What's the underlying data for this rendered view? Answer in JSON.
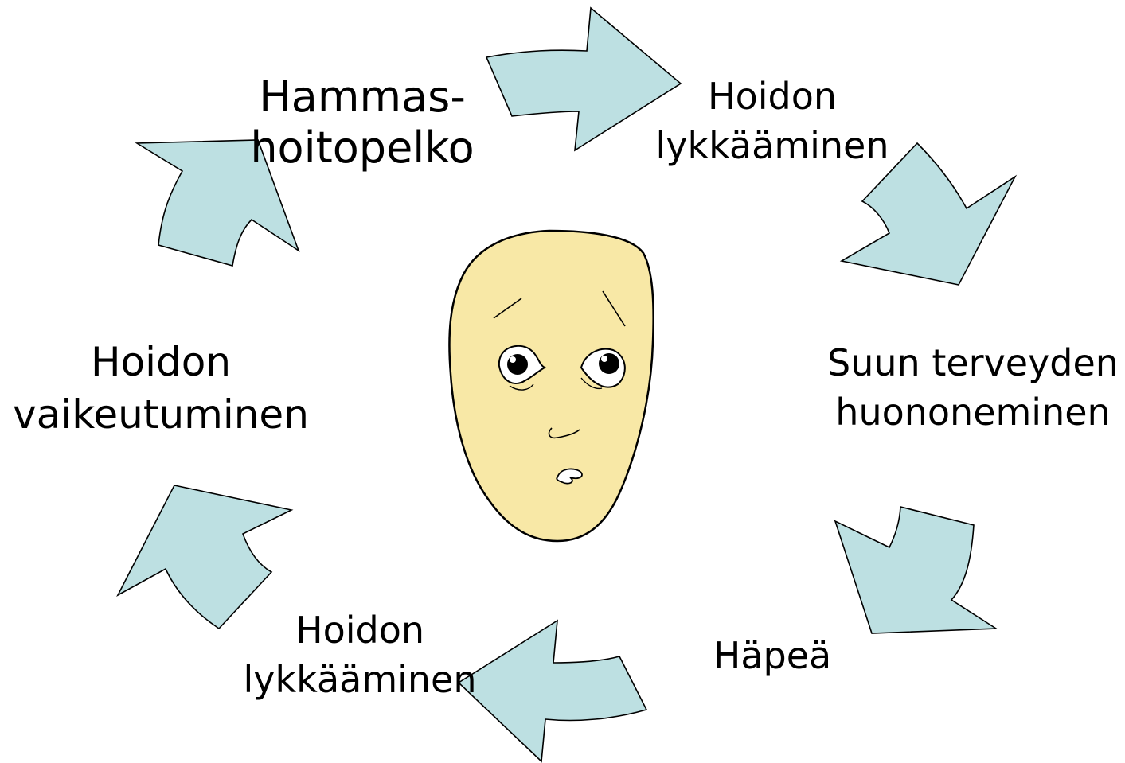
{
  "colors": {
    "arrow_fill": "#bde0e2",
    "arrow_stroke": "#000000",
    "face_fill": "#f8e8a6",
    "text": "#000000"
  },
  "cycle": [
    {
      "id": "dental-fear",
      "lines": [
        "Hammas-",
        "hoitopelko"
      ]
    },
    {
      "id": "postponing-care-1",
      "lines": [
        "Hoidon",
        "lykkääminen"
      ]
    },
    {
      "id": "oral-health-decline",
      "lines": [
        "Suun terveyden",
        "huononeminen"
      ]
    },
    {
      "id": "shame",
      "lines": [
        "Häpeä"
      ]
    },
    {
      "id": "postponing-care-2",
      "lines": [
        "Hoidon",
        "lykkääminen"
      ]
    },
    {
      "id": "care-difficulty",
      "lines": [
        "Hoidon",
        "vaikeutuminen"
      ]
    }
  ],
  "center_image": {
    "icon": "worried-face-icon"
  }
}
